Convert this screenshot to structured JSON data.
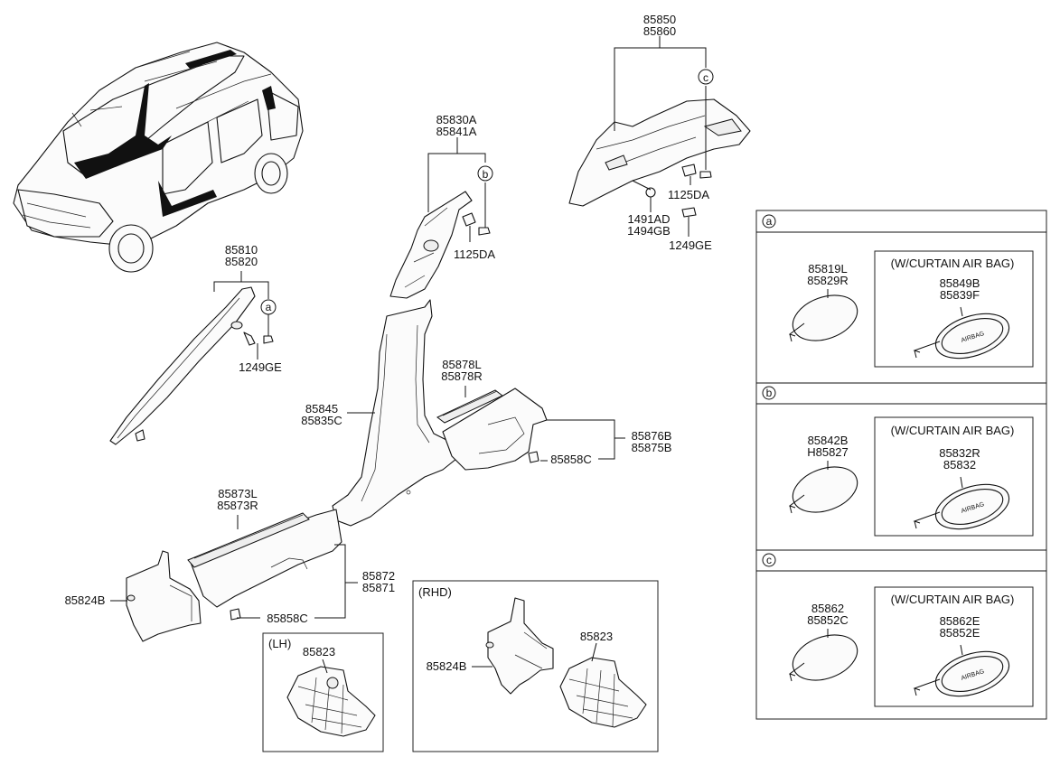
{
  "labels": {
    "p85850": "85850",
    "p85860": "85860",
    "cC": "c",
    "p85830A": "85830A",
    "p85841A": "85841A",
    "cB": "b",
    "p1125DA_top": "1125DA",
    "p1125DA_mid": "1125DA",
    "p1491AD": "1491AD",
    "p1494GB": "1494GB",
    "p1249GE_top": "1249GE",
    "p85810": "85810",
    "p85820": "85820",
    "cA": "a",
    "p1249GE_left": "1249GE",
    "p85878L": "85878L",
    "p85878R": "85878R",
    "p85845": "85845",
    "p85835C": "85835C",
    "p85876B": "85876B",
    "p85875B": "85875B",
    "p85858C_right": "85858C",
    "p85873L": "85873L",
    "p85873R": "85873R",
    "p85872": "85872",
    "p85871": "85871",
    "p85824B": "85824B",
    "p85858C_bottom": "85858C",
    "lhTitle": "(LH)",
    "p85823_lh": "85823",
    "rhdTitle": "(RHD)",
    "p85824B_rhd": "85824B",
    "p85823_rhd": "85823"
  },
  "legend": {
    "a": {
      "letter": "a",
      "part1": "85819L",
      "part2": "85829R",
      "note": "(W/CURTAIN AIR BAG)",
      "alt1": "85849B",
      "alt2": "85839F"
    },
    "b": {
      "letter": "b",
      "part1": "85842B",
      "part2": "H85827",
      "note": "(W/CURTAIN AIR BAG)",
      "alt1": "85832R",
      "alt2": "85832"
    },
    "c": {
      "letter": "c",
      "part1": "85862",
      "part2": "85852C",
      "note": "(W/CURTAIN AIR BAG)",
      "alt1": "85862E",
      "alt2": "85852E"
    }
  },
  "badge_text": "AIRBAG"
}
